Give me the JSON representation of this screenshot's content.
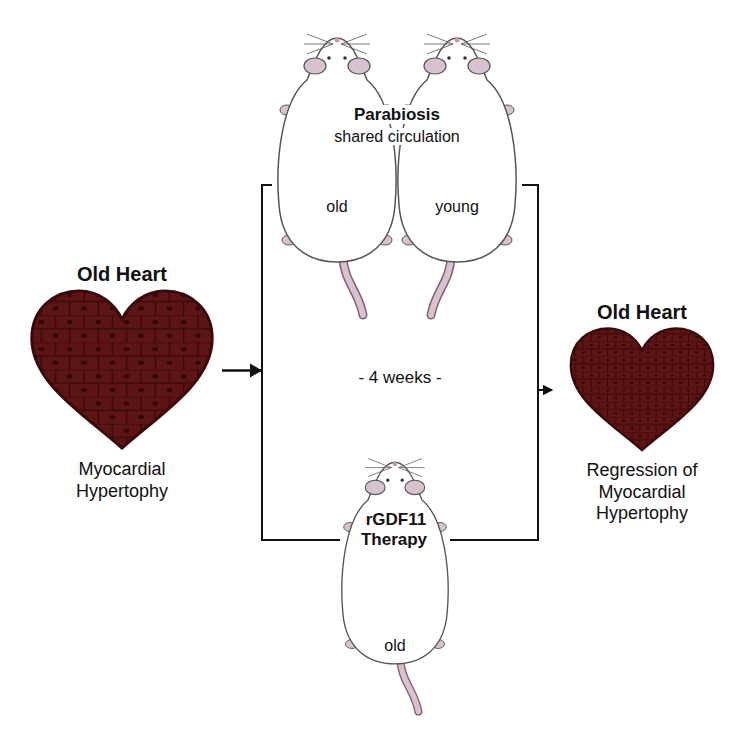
{
  "diagram": {
    "nodes": [
      {
        "text": [
          "Old Heart",
          "Myocardial Hypertophy"
        ]
      },
      {
        "text": [
          "Parabiosis",
          "shared circulation",
          "old",
          "young"
        ]
      },
      {
        "text": [
          "rGDF11 Therapy",
          "old"
        ]
      },
      {
        "text": [
          "Old Heart",
          "Regression of Myocardial Hypertophy"
        ]
      }
    ],
    "edges": [
      {
        "from": 0,
        "to": 1,
        "arrow": "none"
      },
      {
        "from": 0,
        "to": 2,
        "arrow": "none"
      },
      {
        "from": 1,
        "to": 3,
        "arrow": "to"
      },
      {
        "from": 2,
        "to": 3,
        "arrow": "to"
      }
    ],
    "labels": [
      "- 4 weeks -"
    ]
  }
}
